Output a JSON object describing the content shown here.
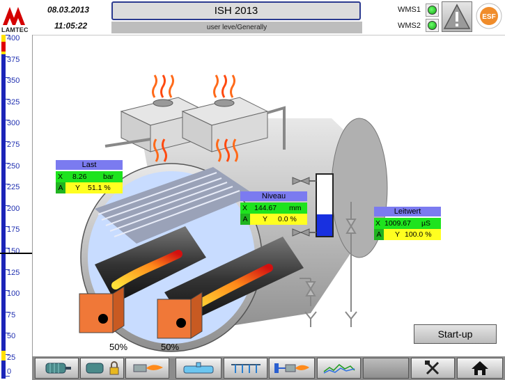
{
  "header": {
    "logo_text": "LAMTEC",
    "date": "08.03.2013",
    "time": "11:05:22",
    "title": "ISH 2013",
    "user_level": "user leve/Generally",
    "wms1_label": "WMS1",
    "wms2_label": "WMS2",
    "wms1_status_color": "#22c922",
    "wms2_status_color": "#22c922"
  },
  "scale": {
    "ticks": [
      "400",
      "375",
      "350",
      "325",
      "300",
      "275",
      "250",
      "225",
      "200",
      "175",
      "150",
      "125",
      "100",
      "75",
      "50",
      "25",
      "0"
    ],
    "bar_color": "#1b24b8",
    "label_color": "#1f2fb0",
    "current_level": 150
  },
  "panels": {
    "last": {
      "title": "Last",
      "x_label": "X",
      "x_value": "8.26",
      "x_unit": "bar",
      "a_label": "A",
      "y_label": "Y",
      "y_value": "51.1 %"
    },
    "niveau": {
      "title": "Niveau",
      "x_label": "X",
      "x_value": "144.67",
      "x_unit": "mm",
      "a_label": "A",
      "y_label": "Y",
      "y_value": "0.0 %",
      "level_fraction": 0.35
    },
    "leitwert": {
      "title": "Leitwert",
      "x_label": "X",
      "x_value": "1009.67",
      "x_unit": "µS",
      "a_label": "A",
      "y_label": "Y",
      "y_value": "100.0 %"
    }
  },
  "burners": {
    "left_percent": "50%",
    "right_percent": "50%"
  },
  "startup_button": "Start-up",
  "footer": {
    "buttons": [
      {
        "icon": "motor-icon"
      },
      {
        "icon": "motor-lock-icon"
      },
      {
        "icon": "burner-icon"
      },
      {
        "icon": "tank-icon"
      },
      {
        "icon": "heat-exchanger-icon"
      },
      {
        "icon": "pump-burner-icon"
      },
      {
        "icon": "trend-chart-icon"
      },
      {
        "icon": "blank"
      },
      {
        "icon": "tools-icon"
      },
      {
        "icon": "home-icon"
      }
    ]
  },
  "colors": {
    "panel_title": "#7b7bf0",
    "value_green": "#1ee31e",
    "value_yellow": "#ffff20",
    "boiler_gray": "#c8c8c8",
    "burner_orange": "#f07838",
    "water_blue": "#c8dcff"
  }
}
